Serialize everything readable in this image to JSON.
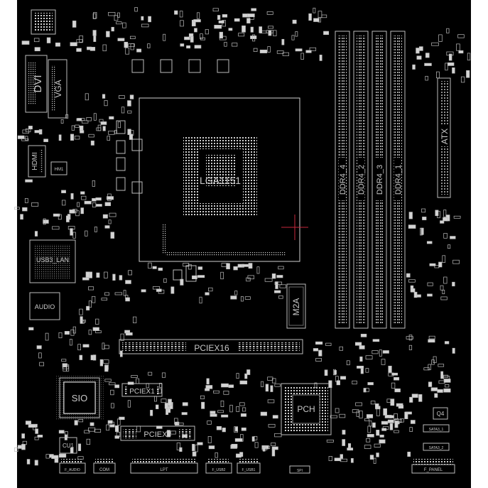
{
  "board": {
    "background": "#000000",
    "outline_color": "#bdbdbd",
    "cursor_color": "#c8283c"
  },
  "labels": {
    "dvi": "DVI",
    "vga": "VGA",
    "hdmi": "HDMI",
    "hm1": "HM1",
    "usb_lan": "USB3_LAN",
    "audio": "AUDIO",
    "cpu_socket": "LGA1151",
    "ddr4_4": "DDR4_4",
    "ddr4_2": "DDR4_2",
    "ddr4_3": "DDR4_3",
    "ddr4_1": "DDR4_1",
    "atx": "ATX",
    "m2a": "M2A",
    "pciex16": "PCIEX16",
    "pciex1": "PCIEX1",
    "pciex4": "PCIEX4",
    "sio": "SIO",
    "pch": "PCH",
    "cu1": "CU1",
    "q4": "Q4",
    "audio_header": "F_AUDIO",
    "com": "COM",
    "lpt": "LPT",
    "usb2_a": "F_USB2",
    "usb2_b": "F_USB1",
    "spi": "SPI",
    "fpanel": "F_PANEL",
    "sata1": "SATA3_1",
    "sata2": "SATA3_2"
  }
}
